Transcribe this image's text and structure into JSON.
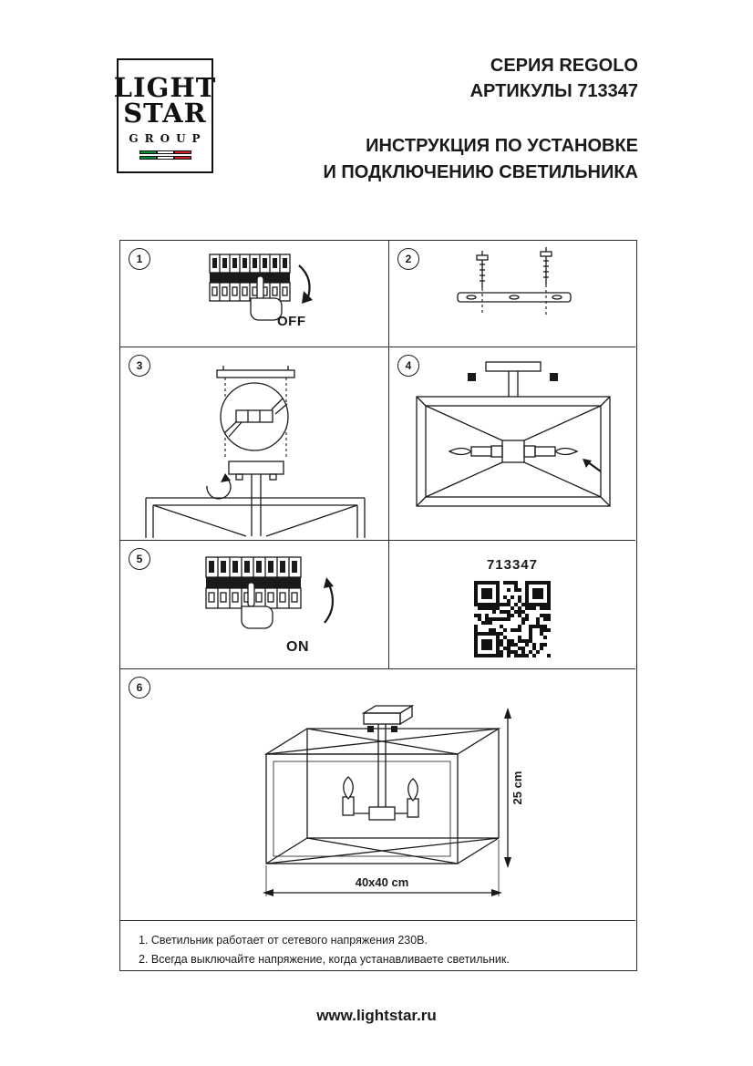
{
  "header": {
    "logo_line1": "LIGHT",
    "logo_line2": "STAR",
    "logo_line3": "GROUP",
    "series": "СЕРИЯ REGOLO",
    "articles": "АРТИКУЛЫ 713347",
    "title_line1": "ИНСТРУКЦИЯ ПО УСТАНОВКЕ",
    "title_line2": "И ПОДКЛЮЧЕНИЮ СВЕТИЛЬНИКА"
  },
  "steps": [
    {
      "number": "1",
      "label": "OFF"
    },
    {
      "number": "2",
      "label": ""
    },
    {
      "number": "3",
      "label": ""
    },
    {
      "number": "4",
      "label": ""
    },
    {
      "number": "5",
      "label": "ON"
    },
    {
      "number": "6",
      "label": ""
    }
  ],
  "product": {
    "article_code": "713347"
  },
  "dimensions": {
    "height": "25 cm",
    "base": "40x40 cm"
  },
  "notes": {
    "line1": "1. Светильник работает от сетевого напряжения 230В.",
    "line2": "2. Всегда выключайте напряжение, когда устанавливаете светильник."
  },
  "footer": {
    "website": "www.lightstar.ru"
  },
  "colors": {
    "flag_green": "#0b8a3c",
    "flag_white": "#ffffff",
    "flag_red": "#cd212a"
  }
}
